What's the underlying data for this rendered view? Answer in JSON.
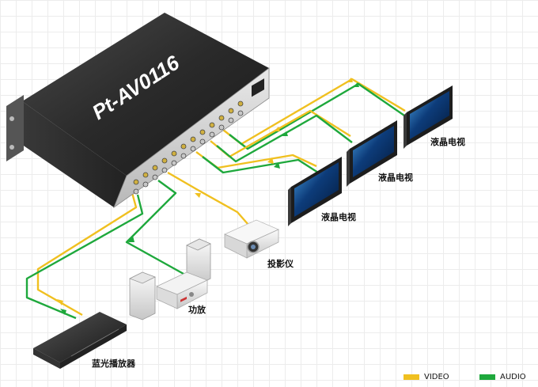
{
  "device": {
    "model": "Pt-AV0116"
  },
  "displays": [
    {
      "label": "液晶电视"
    },
    {
      "label": "液晶电视"
    },
    {
      "label": "液晶电视"
    }
  ],
  "projector": {
    "label": "投影仪"
  },
  "amplifier": {
    "label": "功放"
  },
  "bluray": {
    "label": "蓝光播放器"
  },
  "legend": {
    "video": {
      "label": "VIDEO",
      "color": "#f0c020"
    },
    "audio": {
      "label": "AUDIO",
      "color": "#1ea83c"
    }
  },
  "icons": {
    "matrix": "av-matrix-switcher-icon",
    "display": "lcd-tv-icon",
    "projector": "projector-icon",
    "amplifier": "amplifier-icon",
    "speaker": "speaker-icon",
    "bluray": "bluray-player-icon"
  }
}
